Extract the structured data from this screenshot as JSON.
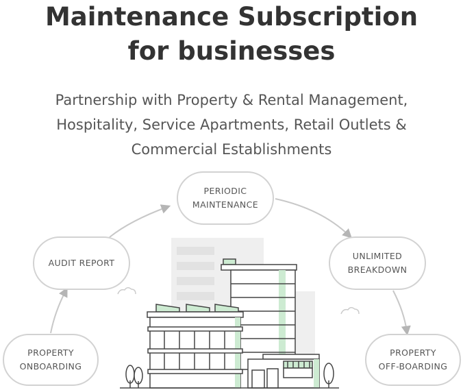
{
  "heading": {
    "line1": "Maintenance Subscription",
    "line2": "for businesses"
  },
  "subheading": {
    "line1": "Partnership with Property & Rental Management,",
    "line2": "Hospitality, Service Apartments, Retail Outlets &",
    "line3": "Commercial Establishments"
  },
  "cycle_steps": [
    {
      "line1": "PROPERTY",
      "line2": "ONBOARDING"
    },
    {
      "line1": "AUDIT REPORT",
      "line2": ""
    },
    {
      "line1": "PERIODIC",
      "line2": "MAINTENANCE"
    },
    {
      "line1": "UNLIMITED",
      "line2": "BREAKDOWN"
    },
    {
      "line1": "PROPERTY",
      "line2": "OFF-BOARDING"
    }
  ],
  "colors": {
    "heading": "#333333",
    "text": "#555555",
    "outline": "#d2d2d2",
    "accent_green": "#cdebd2",
    "building_line": "#444444",
    "background_building": "#eeeeee"
  },
  "icons": [
    "cycle-arrows",
    "office-building-illustration",
    "tree-icon",
    "cloud-icon"
  ]
}
